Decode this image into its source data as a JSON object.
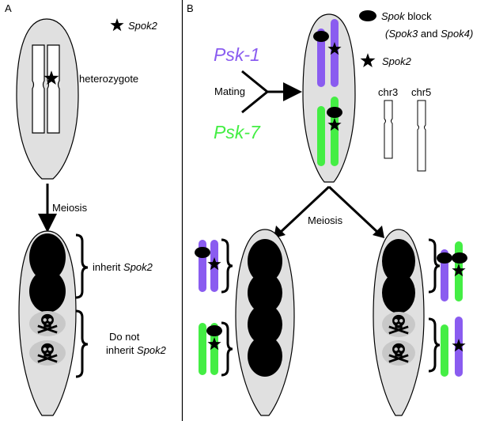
{
  "colors": {
    "purple": "#8a5cf0",
    "green": "#44ee44",
    "ascus_fill": "#e0e0e0",
    "spore_bg": "#c8c8c8",
    "black": "#000000"
  },
  "panel_a": {
    "label": "A",
    "legend_star": "Spok2",
    "heterozygote": "heterozygote",
    "meiosis": "Meiosis",
    "inherit_prefix": "inherit ",
    "inherit_gene": "Spok2",
    "not_line1": "Do not",
    "not_line2_prefix": "inherit ",
    "not_line2_gene": "Spok2"
  },
  "panel_b": {
    "label": "B",
    "legend_block_gene": "Spok",
    "legend_block_rest": " block",
    "legend_block_sub_open": "(",
    "legend_block_sub_gene1": "Spok3",
    "legend_block_sub_and": " and ",
    "legend_block_sub_gene2": "Spok4",
    "legend_block_sub_close": ")",
    "legend_star": "Spok2",
    "strain1": "Psk-1",
    "strain2": "Psk-7",
    "mating": "Mating",
    "chr3": "chr3",
    "chr5": "chr5",
    "meiosis": "Meiosis"
  }
}
